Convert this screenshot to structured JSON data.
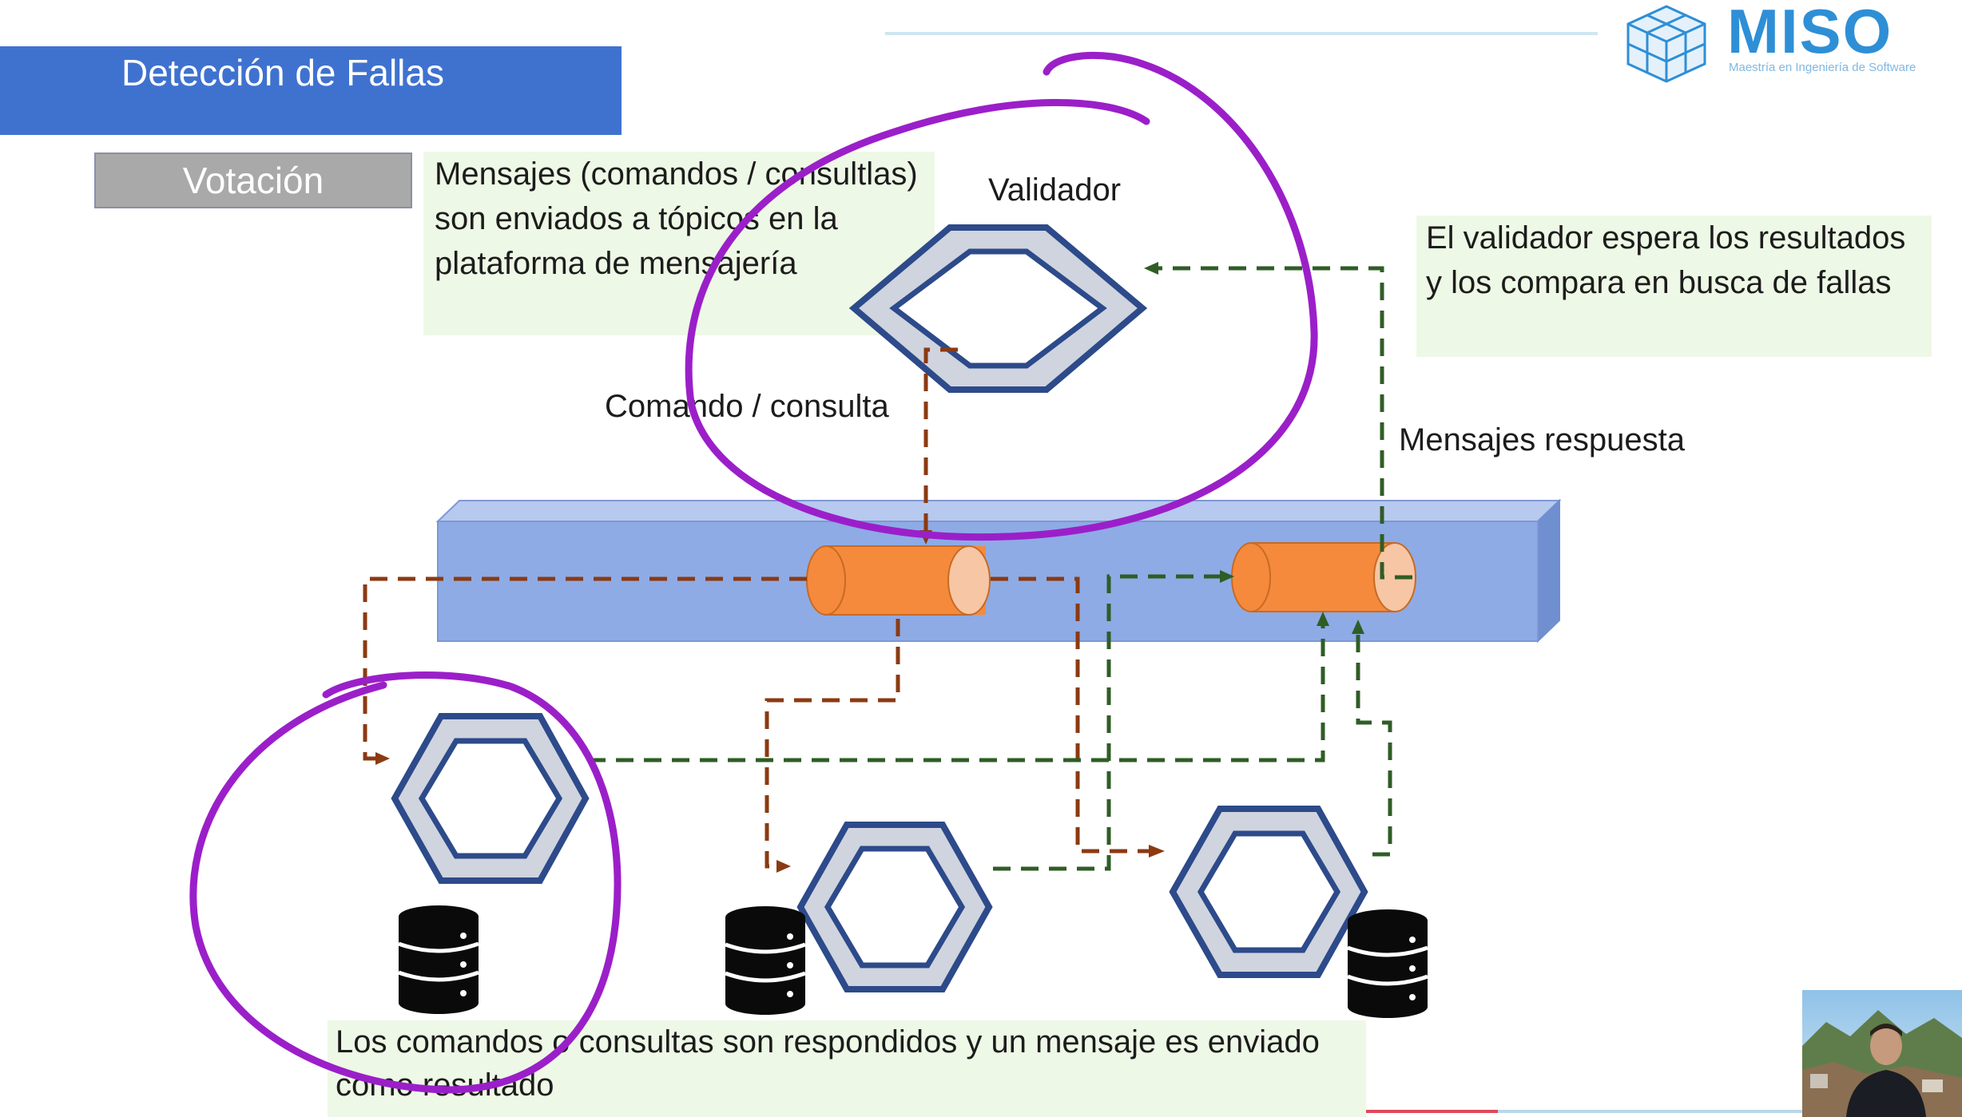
{
  "slide": {
    "section_title": "Detección de Fallas",
    "subsection": "Votación",
    "logo": {
      "text": "MISO",
      "subtitle": "Maestría en Ingeniería de Software",
      "icon": "cube-grid-icon"
    }
  },
  "diagram": {
    "callout_messages": "Mensajes (comandos / consultlas) son enviados a tópicos en la plataforma de mensajería",
    "callout_validator": "El validador espera los resultados y los compara en busca de fallas",
    "callout_responses": "Los comandos o consultas son respondidos y un mensaje es enviado como resultado",
    "label_validator": "Validador",
    "label_command": "Comando / consulta",
    "label_responses": "Mensajes respuesta"
  },
  "colors": {
    "banner": "#3f72cf",
    "bus": "#8eabe6",
    "topic": "#f58a3c",
    "command_flow": "#8b3a12",
    "response_flow": "#2f5d26",
    "annotation": "#9b1fc9",
    "hexagon_border": "#2d4a8a"
  }
}
